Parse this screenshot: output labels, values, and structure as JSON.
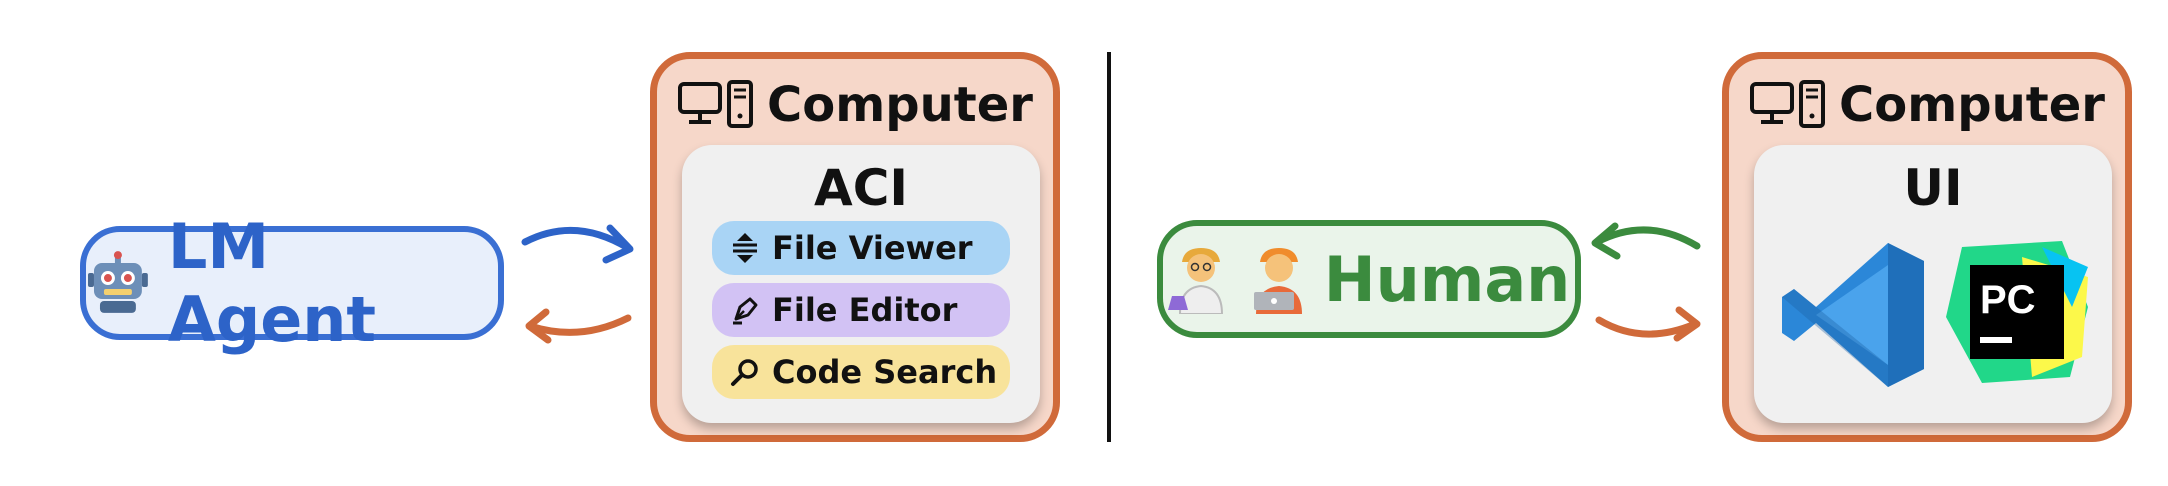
{
  "left_panel": {
    "agent_label": "LM Agent",
    "agent_icon": "robot-icon",
    "computer_title": "Computer",
    "interface_title": "ACI",
    "tools": [
      {
        "label": "File Viewer",
        "icon": "scroll-arrows-icon",
        "color": "#a9d4f5"
      },
      {
        "label": "File Editor",
        "icon": "pen-icon",
        "color": "#d2c2f4"
      },
      {
        "label": "Code Search",
        "icon": "magnifier-icon",
        "color": "#f8e39b"
      }
    ]
  },
  "right_panel": {
    "human_label": "Human",
    "human_icons": [
      "scientist-icon",
      "technologist-icon"
    ],
    "computer_title": "Computer",
    "interface_title": "UI",
    "apps": [
      "vscode-logo",
      "pycharm-logo"
    ]
  },
  "colors": {
    "agent_blue": "#2d63c8",
    "human_green": "#3b8b3e",
    "computer_orange": "#d06a3a",
    "computer_fill": "#f6d7c9"
  }
}
